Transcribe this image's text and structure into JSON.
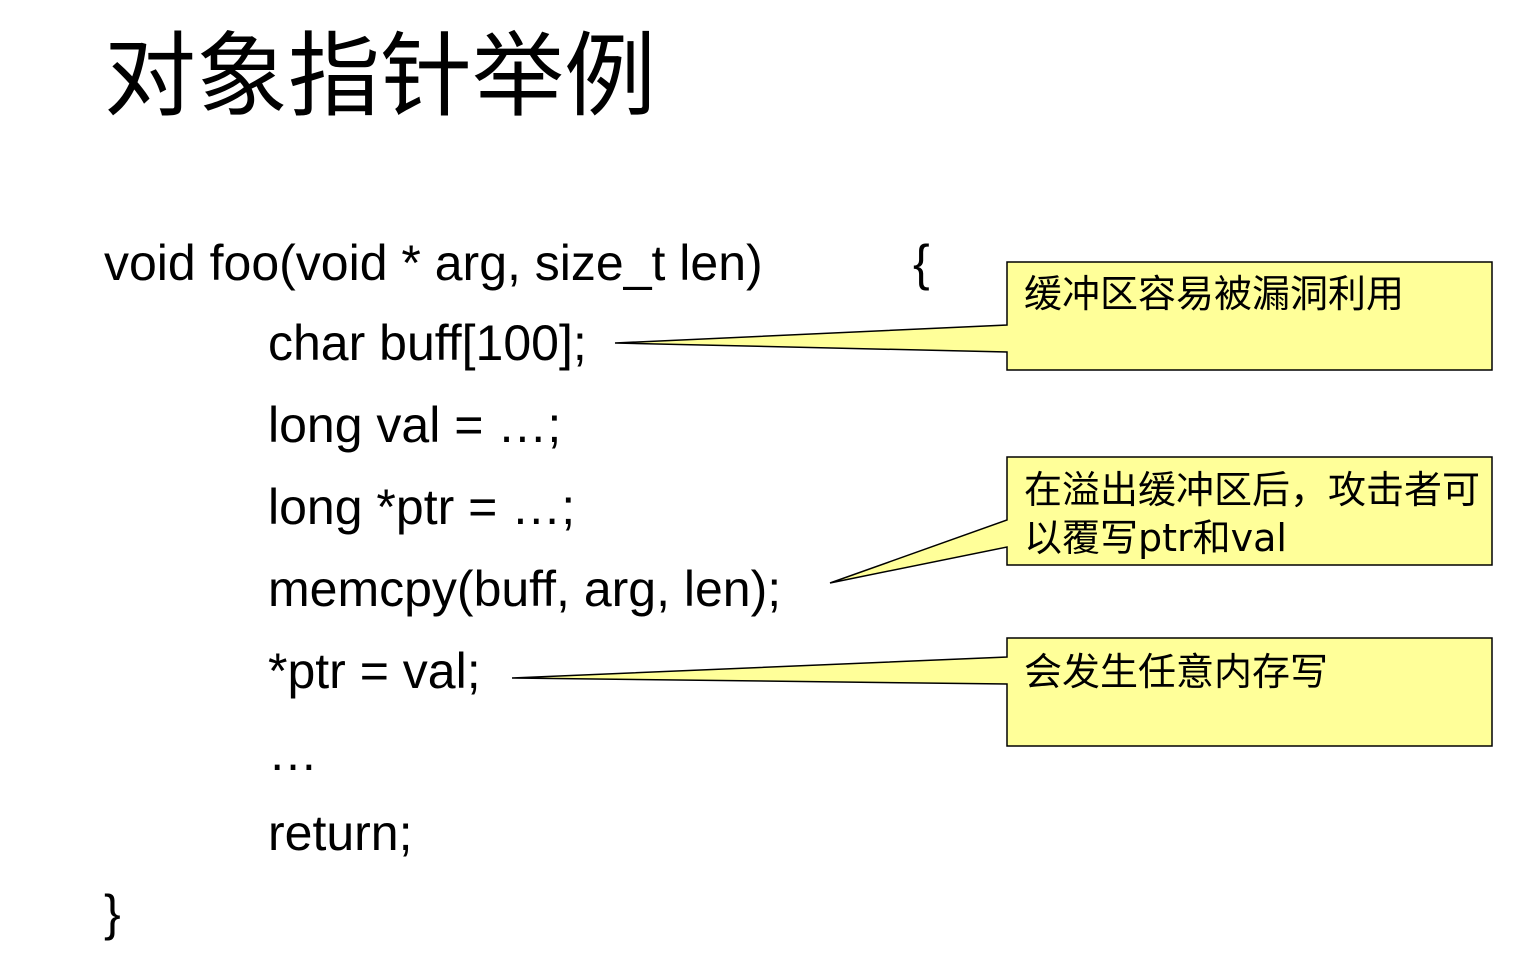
{
  "title": "对象指针举例",
  "code": {
    "line1": "void foo(void * arg, size_t len)",
    "open_brace": "{",
    "line2": "char buff[100];",
    "line3": "long val = …;",
    "line4": "long *ptr = …;",
    "line5": "memcpy(buff, arg, len);",
    "line6": "*ptr = val;",
    "line7": "…",
    "line8": "return;",
    "close_brace": "}"
  },
  "callouts": [
    {
      "text": "缓冲区容易被漏洞利用"
    },
    {
      "text": "在溢出缓冲区后，攻击者可以覆写ptr和val"
    },
    {
      "text": "会发生任意内存写"
    }
  ],
  "colors": {
    "callout_fill": "#ffff99",
    "callout_border": "#000000"
  }
}
